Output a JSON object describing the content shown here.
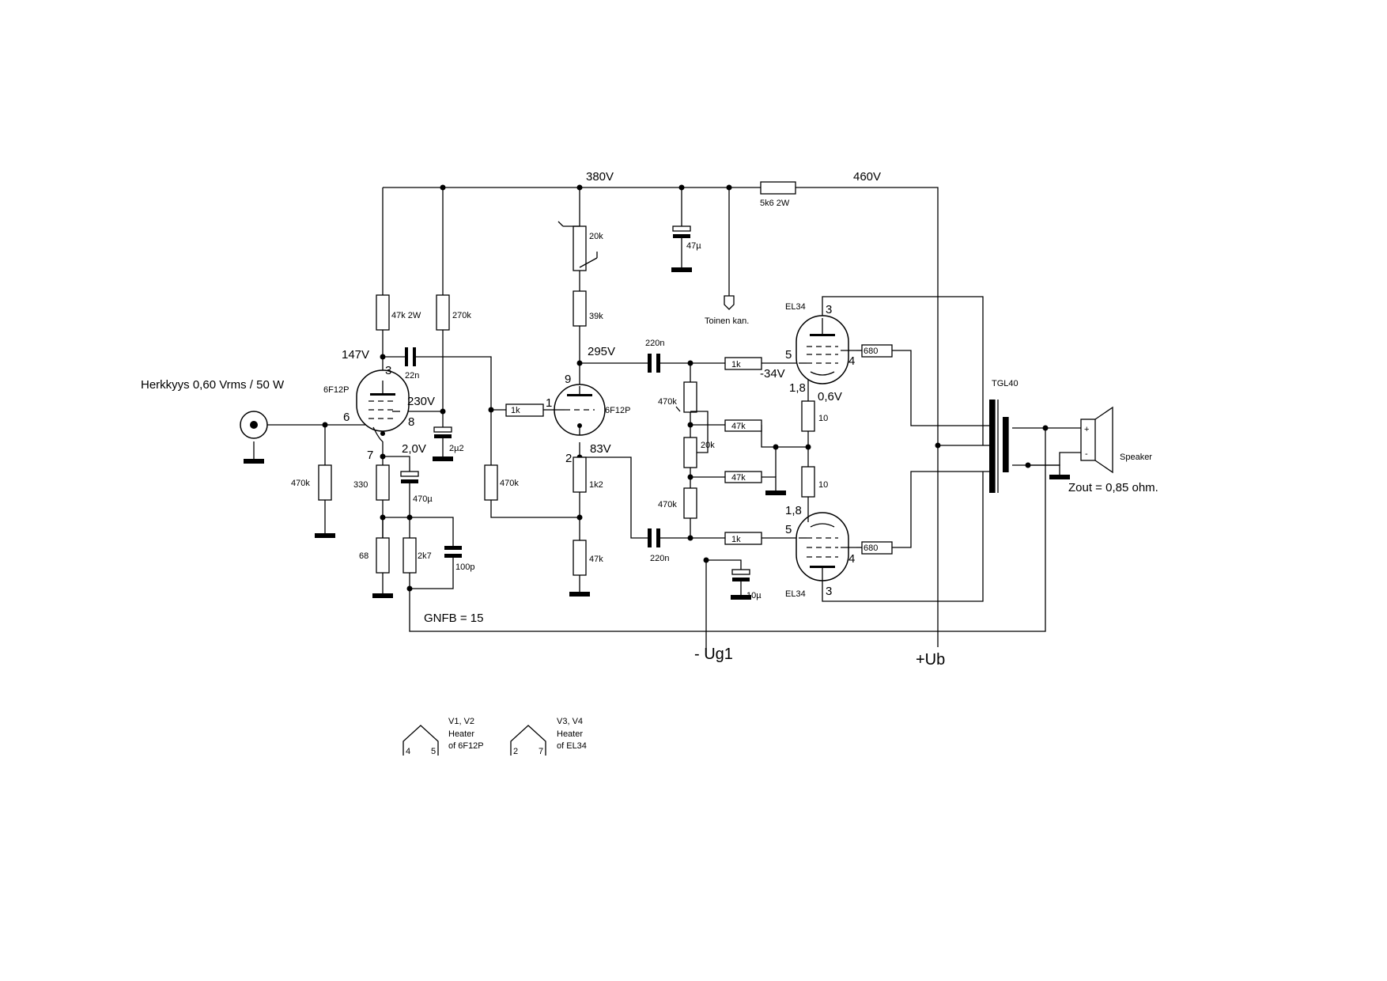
{
  "nodes": {
    "v380": "380V",
    "v460": "460V",
    "v147": "147V",
    "v230": "230V",
    "v2": "2,0V",
    "v295": "295V",
    "v83": "83V",
    "vn34": "-34V",
    "v06": "0,6V",
    "ug1": "- Ug1",
    "ub": "+Ub"
  },
  "tubes": {
    "v1_type": "6F12P",
    "v2_type": "6F12P",
    "v3_type": "EL34",
    "v4_type": "EL34"
  },
  "pins": {
    "v1_p3": "3",
    "v1_p6": "6",
    "v1_p8": "8",
    "v1_p7": "7",
    "v2_p9": "9",
    "v2_p1": "1",
    "v2_p2": "2",
    "v3_p3": "3",
    "v3_p5": "5",
    "v3_p4": "4",
    "v3_p18": "1,8",
    "v4_p18": "1,8",
    "v4_p5": "5",
    "v4_p4": "4",
    "v4_p3": "3"
  },
  "components": {
    "r_5k6": "5k6 2W",
    "c_47u": "47µ",
    "r_47k2w": "47k 2W",
    "r_270k": "270k",
    "c_22n": "22n",
    "c_2u2": "2µ2",
    "r_470k_in": "470k",
    "r_330": "330",
    "c_470u": "470µ",
    "r_68": "68",
    "r_2k7": "2k7",
    "c_100p": "100p",
    "r_470k_g2": "470k",
    "r_1k_g2": "1k",
    "p_20k_top": "20k",
    "r_39k": "39k",
    "r_1k2": "1k2",
    "r_47k_cath": "47k",
    "c_220n_top": "220n",
    "c_220n_bot": "220n",
    "r_470k_top": "470k",
    "r_470k_bot": "470k",
    "p_20k_bal": "20k",
    "r_47k_a": "47k",
    "r_47k_b": "47k",
    "r_1k_top": "1k",
    "r_1k_bot": "1k",
    "r_10_top": "10",
    "r_10_bot": "10",
    "c_10u": "10µ",
    "r_680_top": "680",
    "r_680_bot": "680"
  },
  "labels": {
    "sensitivity": "Herkkyys 0,60 Vrms / 50 W",
    "second_channel": "Toinen kan.",
    "transformer": "TGL40",
    "speaker": "Speaker",
    "speaker_plus": "+",
    "speaker_minus": "-",
    "zout": "Zout = 0,85 ohm.",
    "gnfb": "GNFB = 15"
  },
  "heaters": {
    "h1_l1": "V1, V2",
    "h1_l2": "Heater",
    "h1_l3": "of 6F12P",
    "h1_pa": "4",
    "h1_pb": "5",
    "h2_l1": "V3, V4",
    "h2_l2": "Heater",
    "h2_l3": "of EL34",
    "h2_pa": "2",
    "h2_pb": "7"
  }
}
